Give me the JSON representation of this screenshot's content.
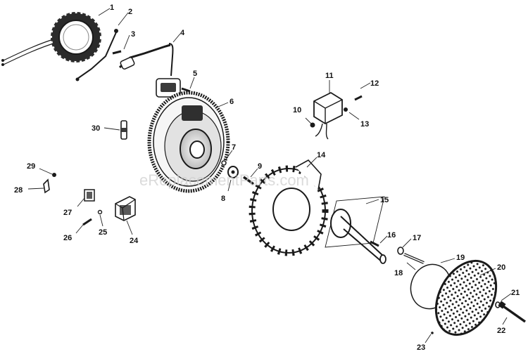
{
  "watermark": "eReplacementParts.com",
  "callouts": [
    "1",
    "2",
    "3",
    "4",
    "5",
    "6",
    "7",
    "8",
    "9",
    "10",
    "11",
    "12",
    "13",
    "14",
    "15",
    "16",
    "17",
    "18",
    "19",
    "20",
    "21",
    "22",
    "23",
    "24",
    "25",
    "26",
    "27",
    "28",
    "29",
    "30"
  ]
}
